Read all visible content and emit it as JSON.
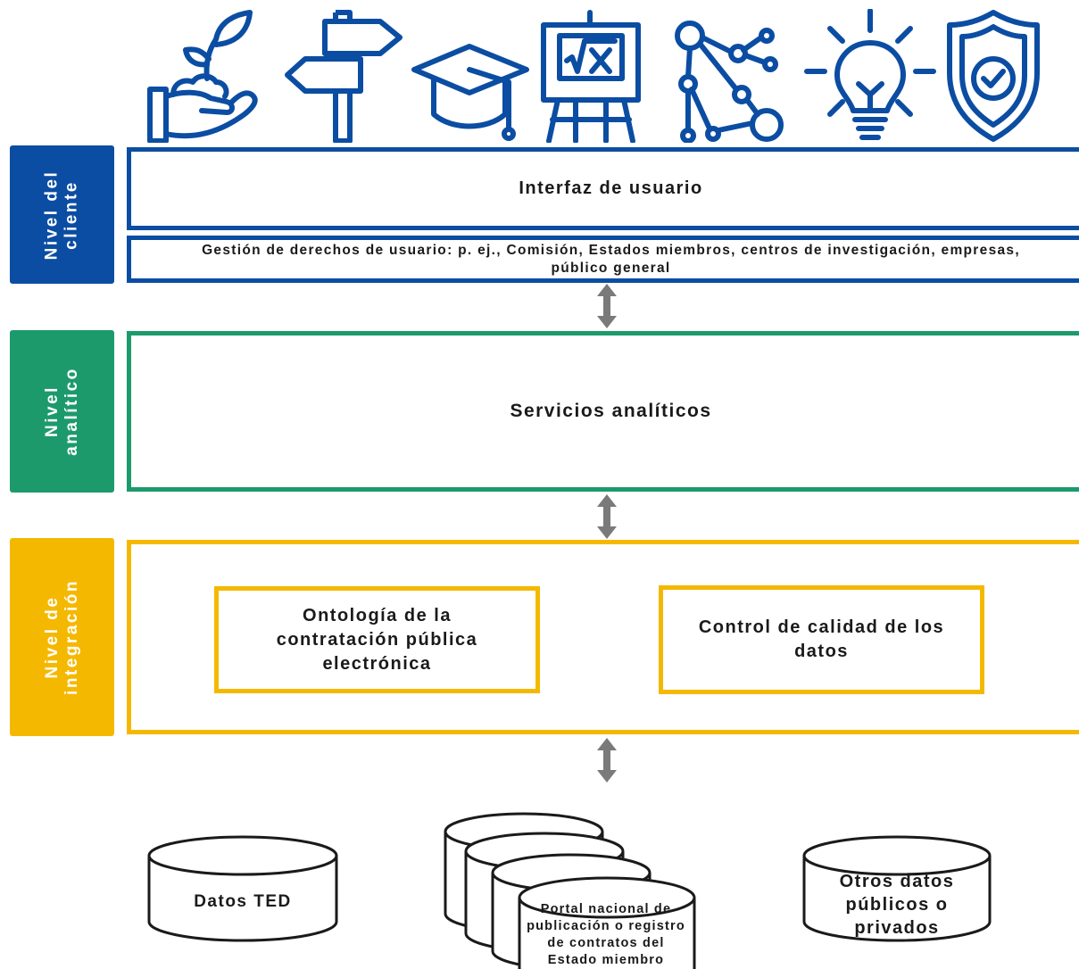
{
  "colors": {
    "client": "#0b4da2",
    "analytic": "#1d9a6c",
    "integration": "#f5b800",
    "arrow": "#7a7a7a",
    "icon": "#0b4da2"
  },
  "icons": [
    "plant-in-hand-icon",
    "signpost-icon",
    "graduation-cap-icon",
    "math-board-icon",
    "network-icon",
    "lightbulb-icon",
    "shield-check-icon"
  ],
  "client_level": {
    "label": "Nivel del\ncliente",
    "ui_title": "Interfaz de usuario",
    "rights_text": "Gestión de derechos de usuario: p. ej., Comisión, Estados miembros, centros de investigación, empresas, público general"
  },
  "analytic_level": {
    "label": "Nivel\nanalítico",
    "title": "Servicios analíticos"
  },
  "integration_level": {
    "label": "Nivel de\nintegración",
    "ontology": "Ontología de la contratación pública electrónica",
    "quality": "Control de calidad de los datos"
  },
  "sources": {
    "ted": "Datos TED",
    "national": "Portal nacional de publicación o registro de contratos del Estado miembro",
    "other": "Otros datos públicos o privados"
  }
}
